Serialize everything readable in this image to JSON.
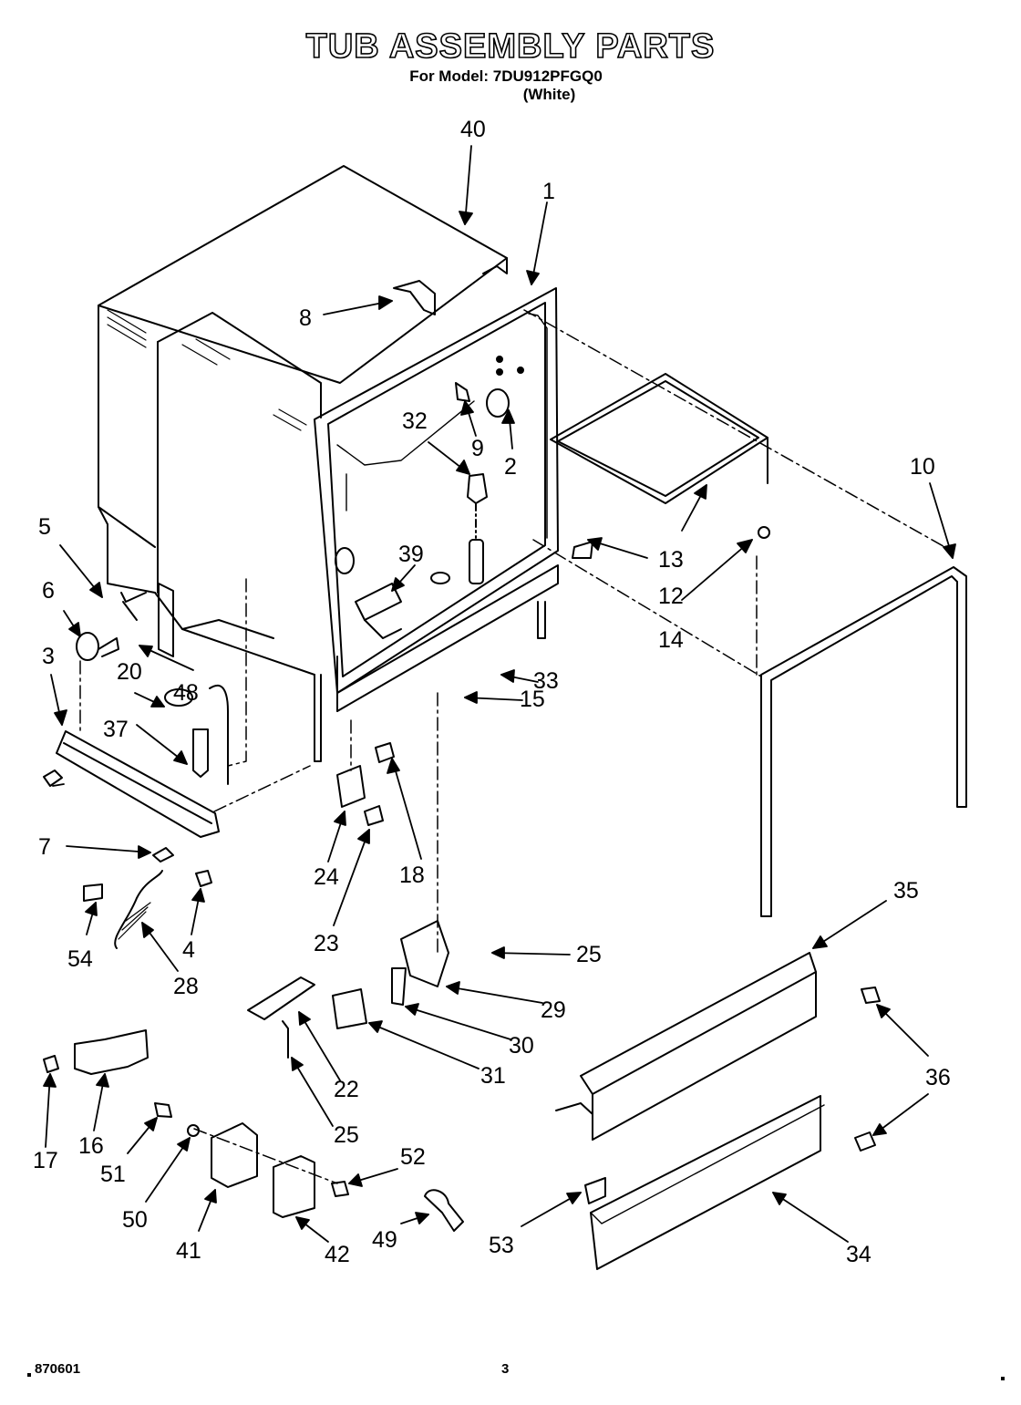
{
  "header": {
    "title": "TUB ASSEMBLY PARTS",
    "model_line": "For Model: 7DU912PFGQ0",
    "variant": "(White)"
  },
  "footer": {
    "doc_number": "870601",
    "page_number": "3"
  },
  "callouts": {
    "c40": "40",
    "c1": "1",
    "c8": "8",
    "c32": "32",
    "c9": "9",
    "c2": "2",
    "c10": "10",
    "c5": "5",
    "c6": "6",
    "c39": "39",
    "c13": "13",
    "c12": "12",
    "c14": "14",
    "c3": "3",
    "c20": "20",
    "c48": "48",
    "c33": "33",
    "c15": "15",
    "c37": "37",
    "c7": "7",
    "c24": "24",
    "c18": "18",
    "c23": "23",
    "c4": "4",
    "c54": "54",
    "c28": "28",
    "c35": "35",
    "c25a": "25",
    "c29": "29",
    "c30": "30",
    "c31": "31",
    "c22": "22",
    "c25b": "25",
    "c36a": "36",
    "c17": "17",
    "c16": "16",
    "c51": "51",
    "c50": "50",
    "c41": "41",
    "c52": "52",
    "c42": "42",
    "c49": "49",
    "c53": "53",
    "c34": "34"
  }
}
